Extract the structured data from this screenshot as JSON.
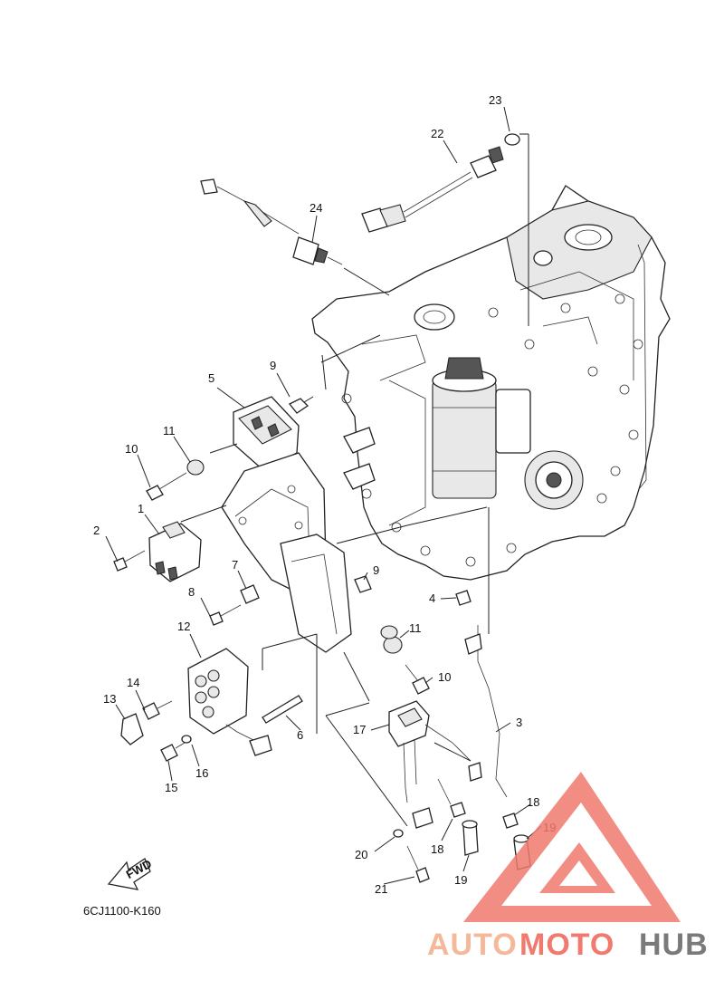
{
  "diagram_code": "6CJ1100-K160",
  "fwd_label": "FWD",
  "watermark": {
    "part1": "AUTO",
    "part2": "MOTO",
    "part3": "HUB",
    "color_light": "#f4b89a",
    "color_mid": "#f07a6e",
    "color_dark": "#7a7a7a"
  },
  "callouts": [
    {
      "id": "c23",
      "text": "23"
    },
    {
      "id": "c22",
      "text": "22"
    },
    {
      "id": "c24",
      "text": "24"
    },
    {
      "id": "c9a",
      "text": "9"
    },
    {
      "id": "c5",
      "text": "5"
    },
    {
      "id": "c11a",
      "text": "11"
    },
    {
      "id": "c10a",
      "text": "10"
    },
    {
      "id": "c1",
      "text": "1"
    },
    {
      "id": "c2",
      "text": "2"
    },
    {
      "id": "c7",
      "text": "7"
    },
    {
      "id": "c8",
      "text": "8"
    },
    {
      "id": "c9b",
      "text": "9"
    },
    {
      "id": "c4",
      "text": "4"
    },
    {
      "id": "c11b",
      "text": "11"
    },
    {
      "id": "c10b",
      "text": "10"
    },
    {
      "id": "c12",
      "text": "12"
    },
    {
      "id": "c14",
      "text": "14"
    },
    {
      "id": "c13",
      "text": "13"
    },
    {
      "id": "c3",
      "text": "3"
    },
    {
      "id": "c6",
      "text": "6"
    },
    {
      "id": "c17",
      "text": "17"
    },
    {
      "id": "c16",
      "text": "16"
    },
    {
      "id": "c15",
      "text": "15"
    },
    {
      "id": "c18a",
      "text": "18"
    },
    {
      "id": "c19a",
      "text": "19"
    },
    {
      "id": "c20",
      "text": "20"
    },
    {
      "id": "c18b",
      "text": "18"
    },
    {
      "id": "c19b",
      "text": "19"
    },
    {
      "id": "c21",
      "text": "21"
    }
  ]
}
